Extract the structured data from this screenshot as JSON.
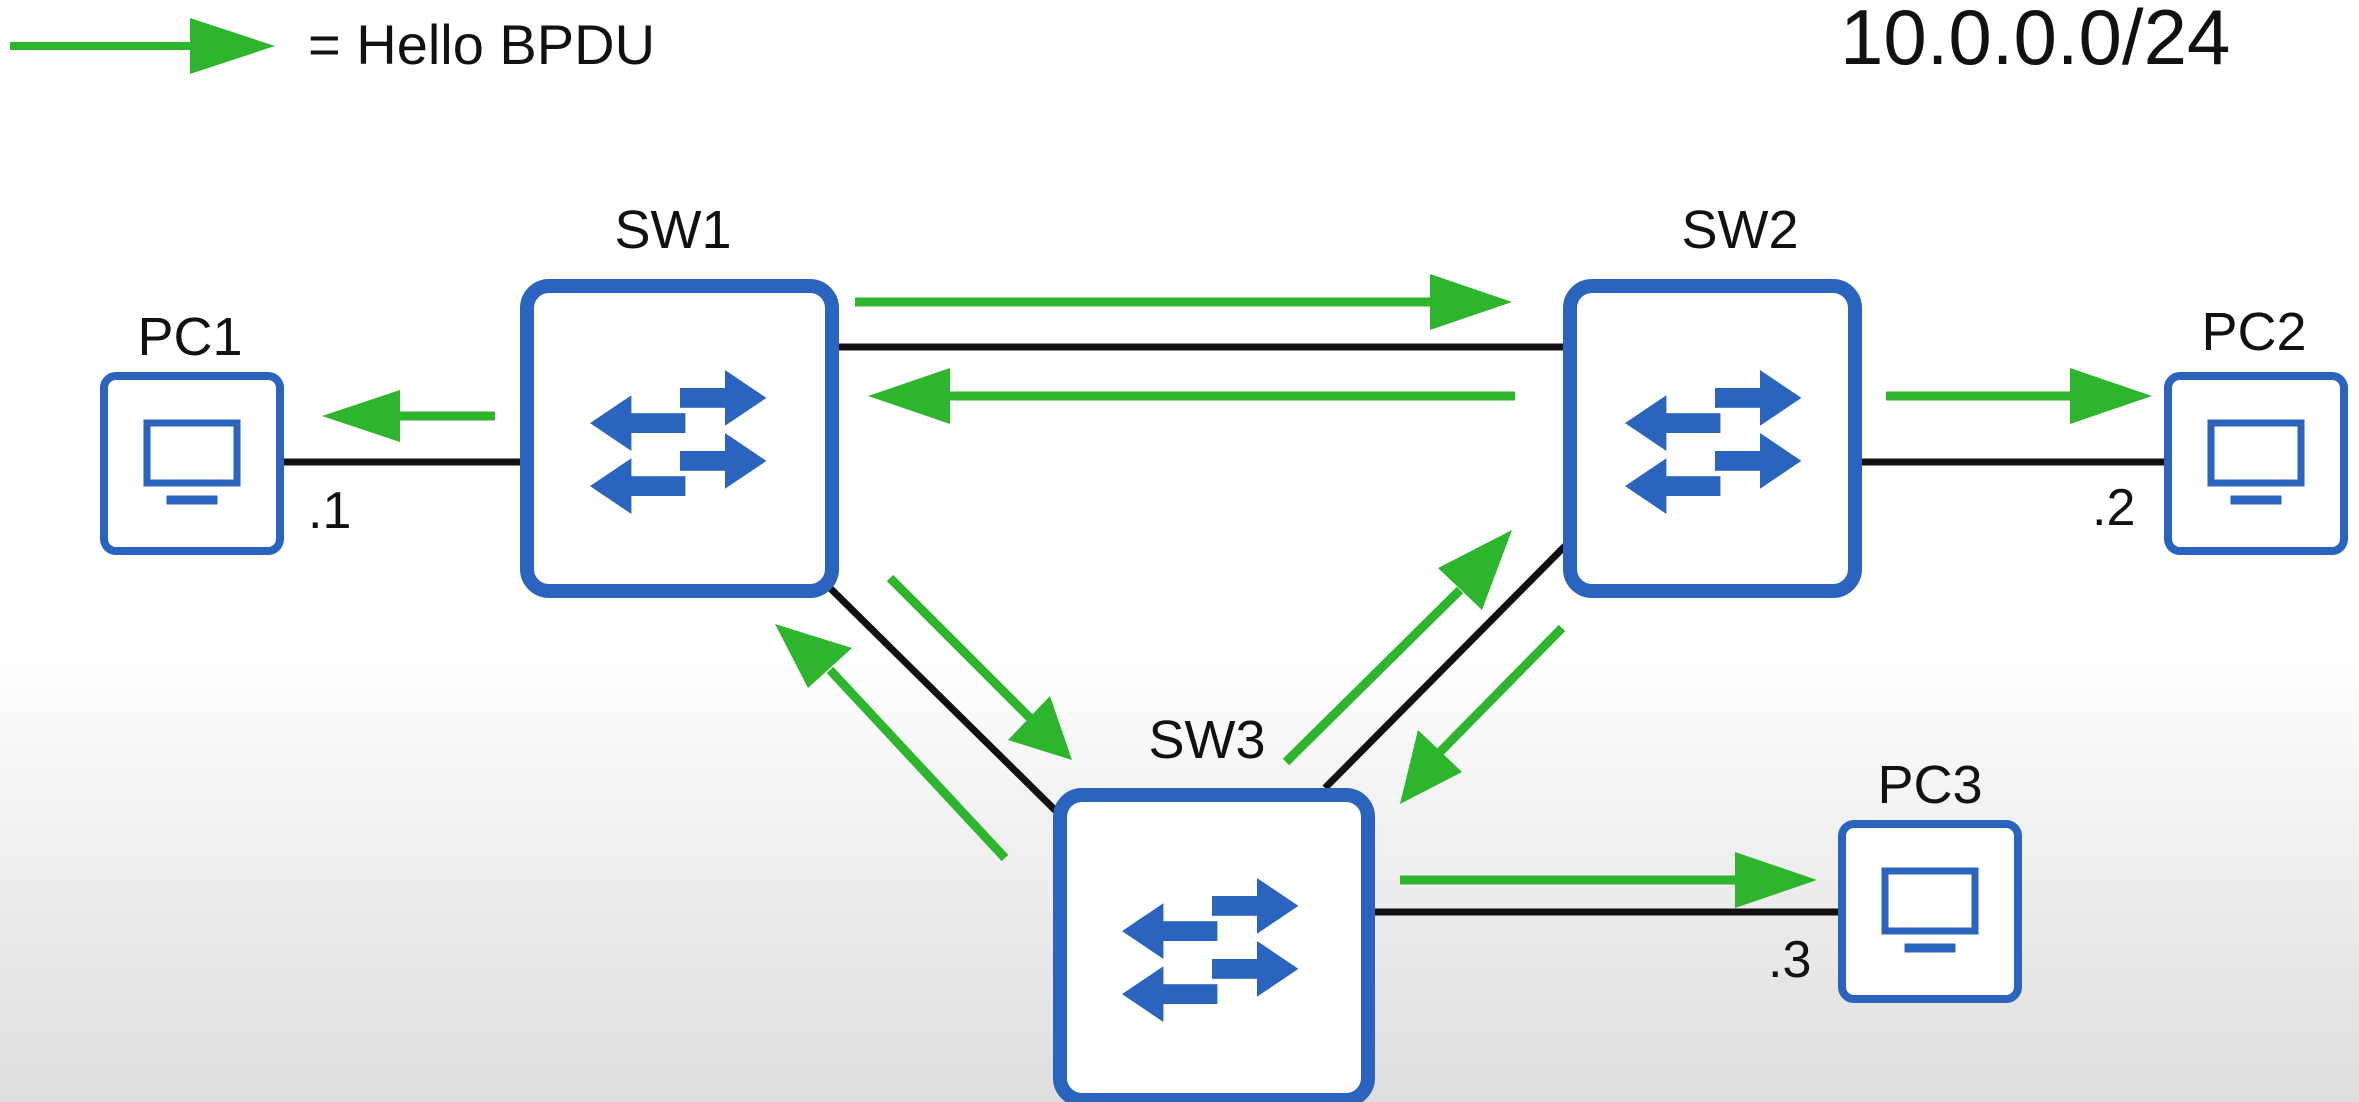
{
  "legend": {
    "text": "= Hello BPDU",
    "arrow_color": "#2db52d",
    "icon": "green-arrow-icon"
  },
  "subnet": "10.0.0.0/24",
  "colors": {
    "device_border": "#2b64bf",
    "device_icon": "#2b64bf",
    "link": "#111111",
    "bpdu_arrow": "#2db52d"
  },
  "switches": [
    {
      "id": "sw1",
      "label": "SW1",
      "icon": "switch-icon"
    },
    {
      "id": "sw2",
      "label": "SW2",
      "icon": "switch-icon"
    },
    {
      "id": "sw3",
      "label": "SW3",
      "icon": "switch-icon"
    }
  ],
  "pcs": [
    {
      "id": "pc1",
      "label": "PC1",
      "ip_suffix": ".1",
      "icon": "pc-monitor-icon"
    },
    {
      "id": "pc2",
      "label": "PC2",
      "ip_suffix": ".2",
      "icon": "pc-monitor-icon"
    },
    {
      "id": "pc3",
      "label": "PC3",
      "ip_suffix": ".3",
      "icon": "pc-monitor-icon"
    }
  ],
  "links": [
    {
      "from": "pc1",
      "to": "sw1"
    },
    {
      "from": "sw1",
      "to": "sw2"
    },
    {
      "from": "sw2",
      "to": "pc2"
    },
    {
      "from": "sw1",
      "to": "sw3"
    },
    {
      "from": "sw2",
      "to": "sw3"
    },
    {
      "from": "sw3",
      "to": "pc3"
    }
  ],
  "bpdu_flows": [
    {
      "from": "sw1",
      "to": "pc1"
    },
    {
      "from": "sw1",
      "to": "sw2"
    },
    {
      "from": "sw2",
      "to": "sw1"
    },
    {
      "from": "sw2",
      "to": "pc2"
    },
    {
      "from": "sw1",
      "to": "sw3"
    },
    {
      "from": "sw3",
      "to": "sw1"
    },
    {
      "from": "sw3",
      "to": "sw2"
    },
    {
      "from": "sw2",
      "to": "sw3"
    },
    {
      "from": "sw3",
      "to": "pc3"
    }
  ]
}
